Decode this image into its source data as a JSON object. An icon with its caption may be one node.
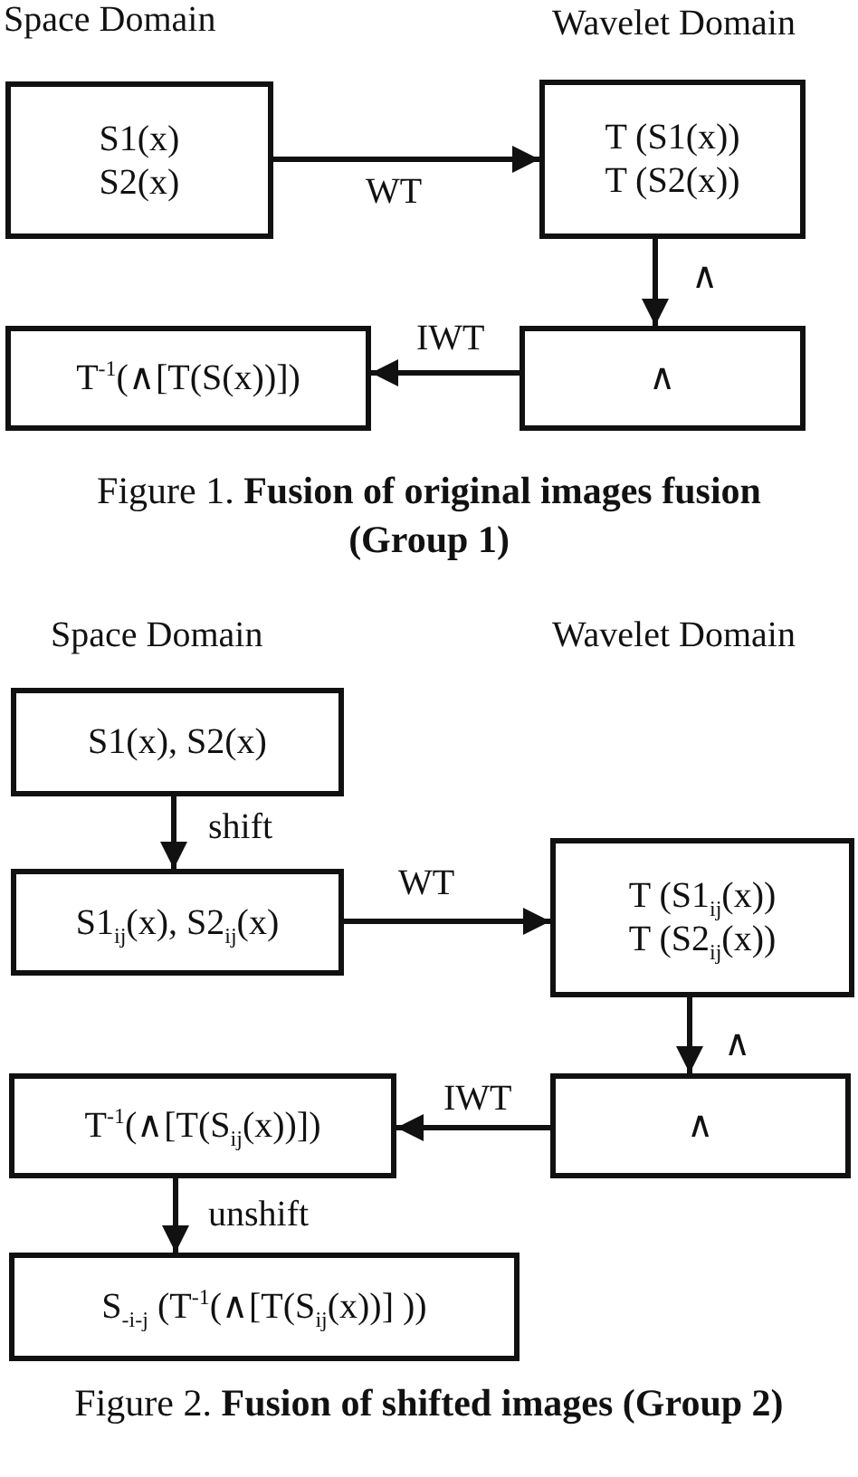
{
  "diagram": {
    "nodes": [
      {
        "text": [
          "S1(x)",
          "S2(x)"
        ]
      },
      {
        "text": [
          "T (S1(x))",
          "T (S2(x))"
        ]
      },
      {
        "text": [
          "∧"
        ]
      },
      {
        "text": [
          "T$^{-1}$(∧[T(S(x))])"
        ]
      },
      {
        "text": [
          "S1(x), S2(x)"
        ]
      },
      {
        "text": [
          "S1$_{ij}$(x), S2$_{ij}$(x)"
        ]
      },
      {
        "text": [
          "T (S1$_{ij}$(x))",
          "T (S2$_{ij}$(x))"
        ]
      },
      {
        "text": [
          "∧"
        ]
      },
      {
        "text": [
          "T$^{-1}$(∧[T(S$_{ij}$(x))])"
        ]
      },
      {
        "text": [
          "S$_{-i-j}$ (T$^{-1}$(∧[T(S$_{ij}$(x))] ))"
        ]
      }
    ],
    "edges": [
      {
        "from": 0,
        "to": 1,
        "arrow": "to",
        "label": "WT"
      },
      {
        "from": 1,
        "to": 2,
        "arrow": "to",
        "label": "∧"
      },
      {
        "from": 2,
        "to": 3,
        "arrow": "to",
        "label": "IWT"
      },
      {
        "from": 4,
        "to": 5,
        "arrow": "to",
        "label": "shift"
      },
      {
        "from": 5,
        "to": 6,
        "arrow": "to",
        "label": "WT"
      },
      {
        "from": 6,
        "to": 7,
        "arrow": "to",
        "label": "∧"
      },
      {
        "from": 7,
        "to": 8,
        "arrow": "to",
        "label": "IWT"
      },
      {
        "from": 8,
        "to": 9,
        "arrow": "to",
        "label": "unshift"
      }
    ],
    "labels": [
      "Space Domain",
      "Wavelet Domain",
      "Figure 1. **Fusion of original images fusion (Group 1)**",
      "Space Domain",
      "Wavelet Domain",
      "Figure 2. **Fusion of shifted images (Group 2)**"
    ]
  }
}
